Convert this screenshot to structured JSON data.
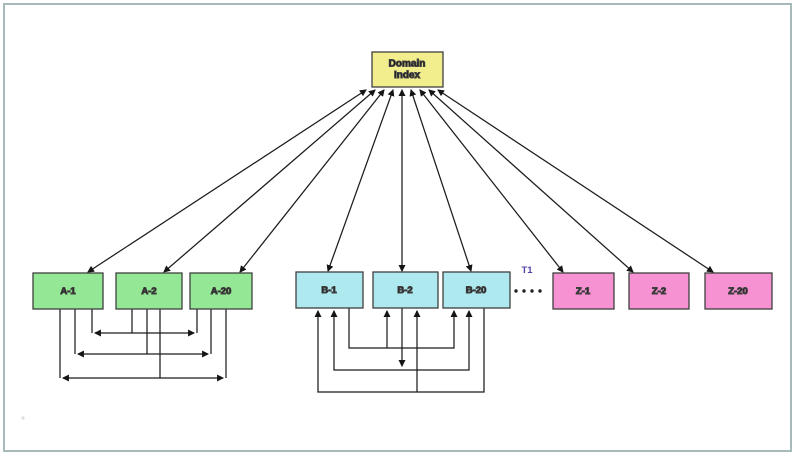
{
  "diagram": {
    "title_box": {
      "line1": "Domain",
      "line2": "Index",
      "fill": "#f2ee8e"
    },
    "groups": {
      "a": {
        "fill": "#94e794",
        "boxes": [
          "A-1",
          "A-2",
          "A-20"
        ]
      },
      "b": {
        "fill": "#aee9ef",
        "boxes": [
          "B-1",
          "B-2",
          "B-20"
        ]
      },
      "z": {
        "fill": "#f692d2",
        "boxes": [
          "Z-1",
          "Z-2",
          "Z-20"
        ]
      }
    },
    "ellipsis": {
      "label": "T1",
      "label_color": "#5540a8",
      "dot_count": 4
    },
    "colors": {
      "line": "#1c1c1c",
      "box_border": "#3f3f3f",
      "frame_border": "#a7b9b9"
    }
  }
}
